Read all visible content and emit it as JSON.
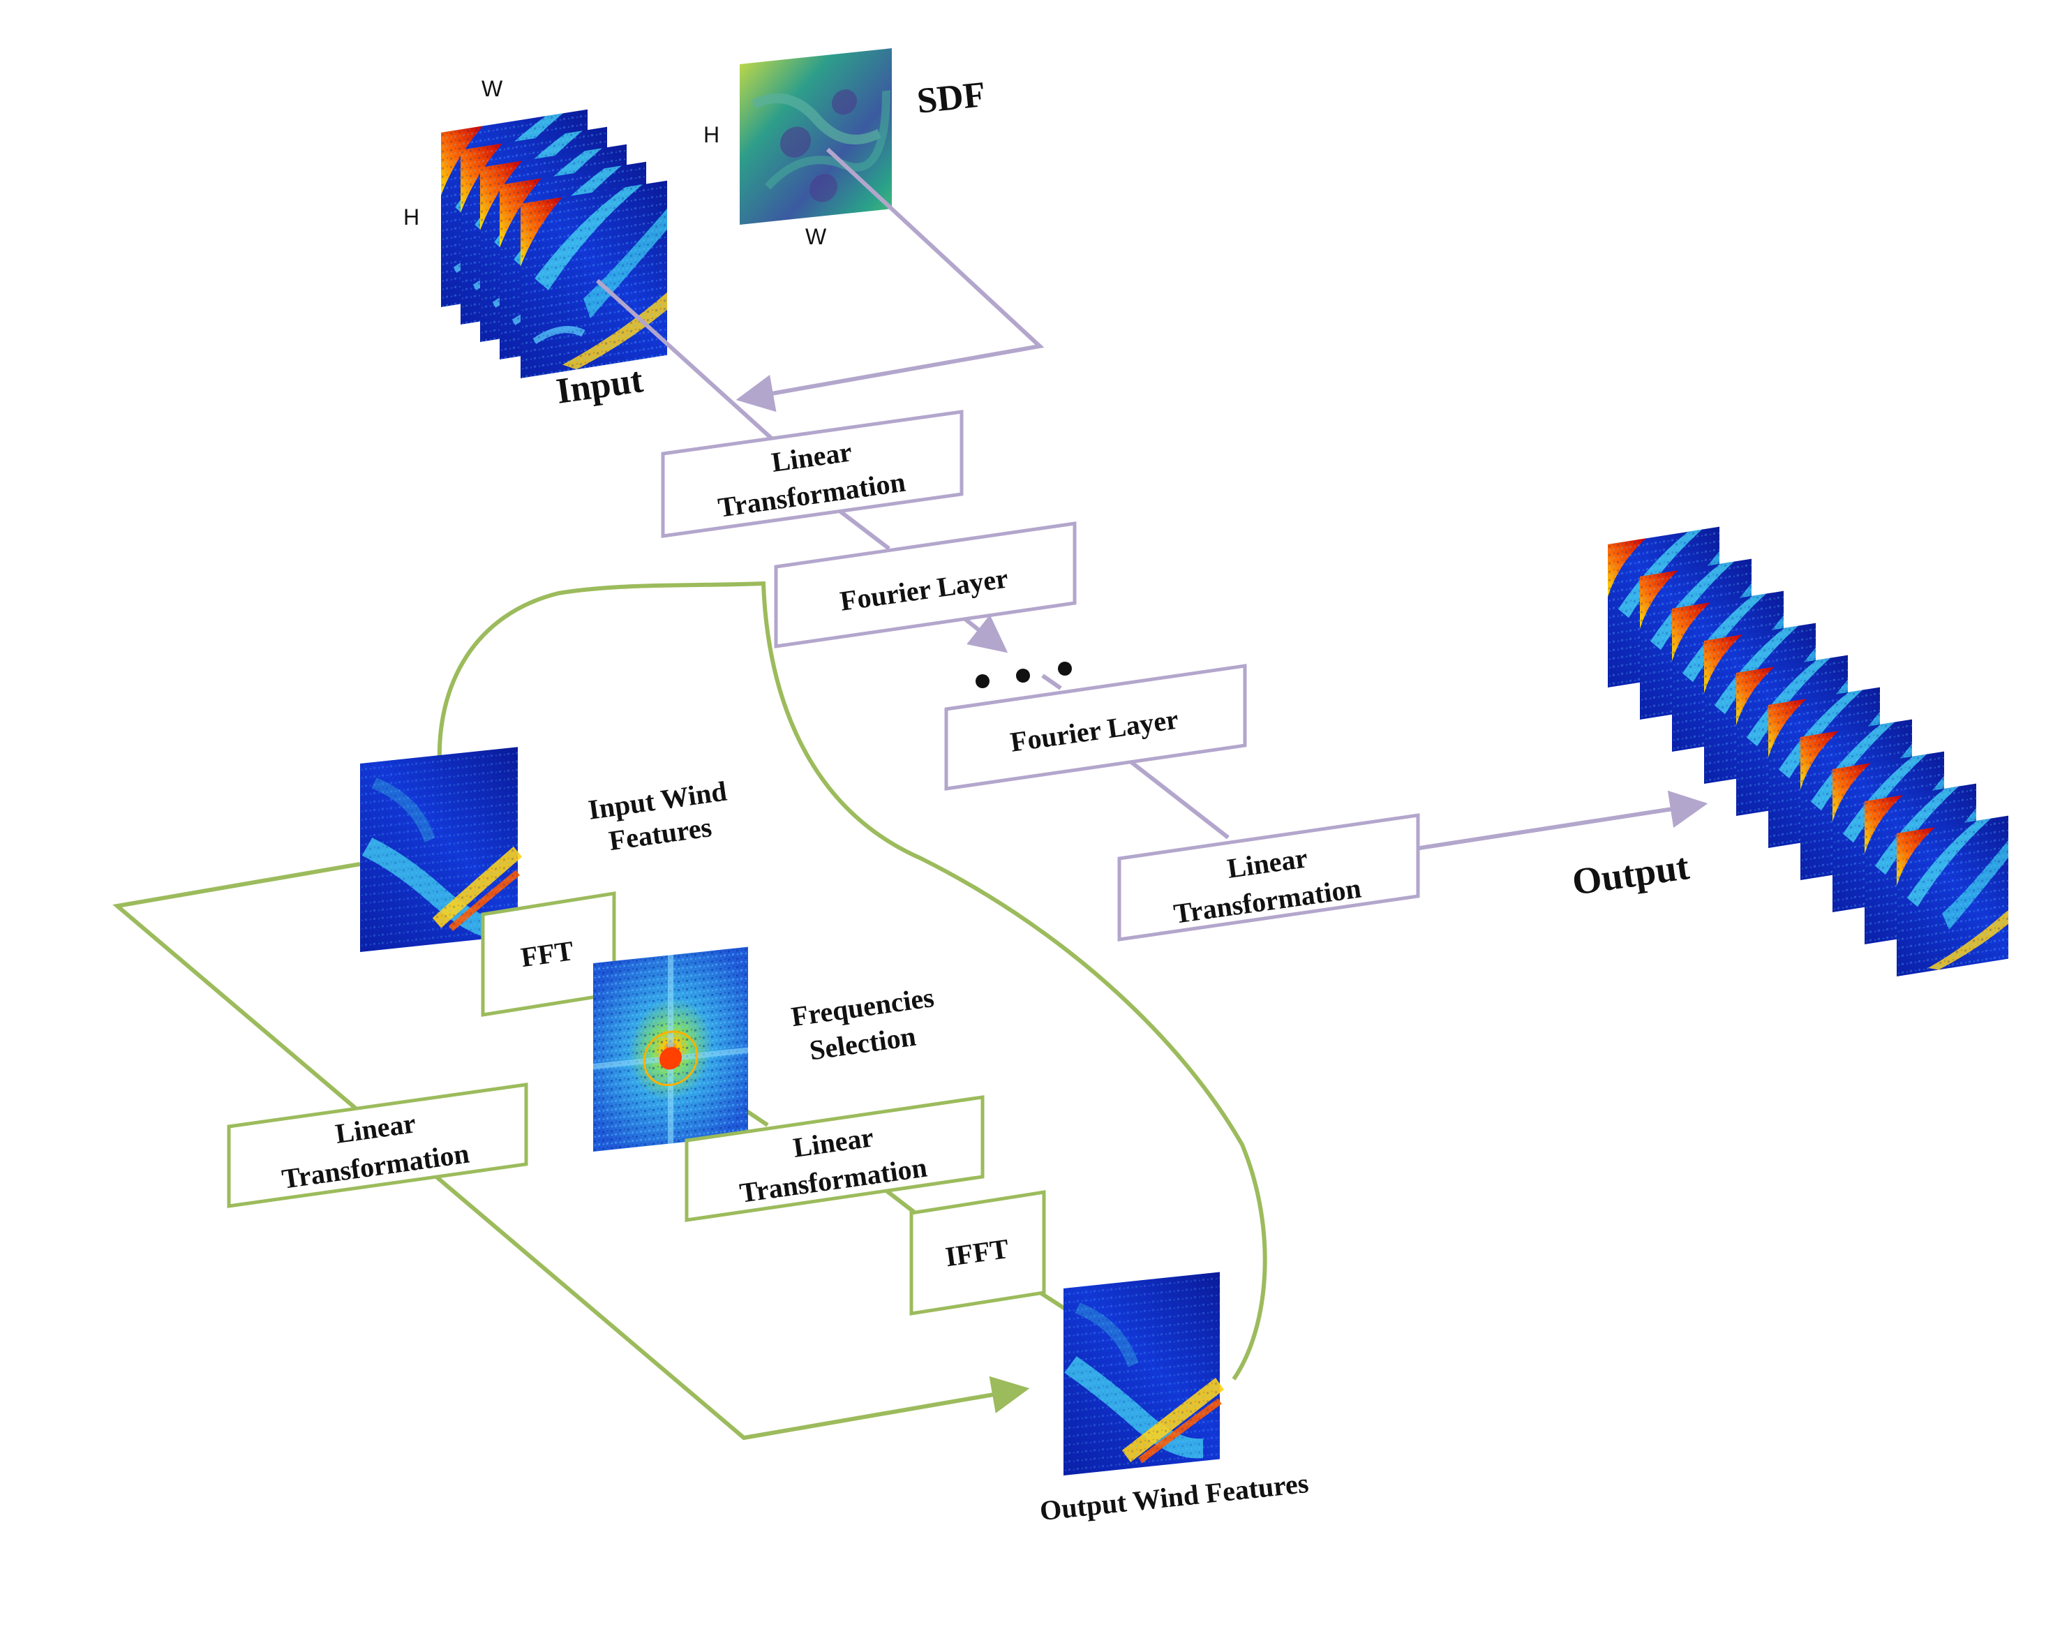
{
  "labels": {
    "input": "Input",
    "sdf": "SDF",
    "output": "Output",
    "input_wind_line1": "Input  Wind",
    "input_wind_line2": "Features",
    "freq_line1": "Frequencies",
    "freq_line2": "Selection",
    "output_wind": "Output Wind Features",
    "axis_w": "W",
    "axis_h": "H"
  },
  "boxes": {
    "linear_line1": "Linear",
    "linear_line2": "Transformation",
    "fourier": "Fourier Layer",
    "fft": "FFT",
    "ifft": "IFFT"
  },
  "colors": {
    "main_flow": "#b3a6cc",
    "inner_flow": "#9cbb5c",
    "dots": "#111111"
  }
}
